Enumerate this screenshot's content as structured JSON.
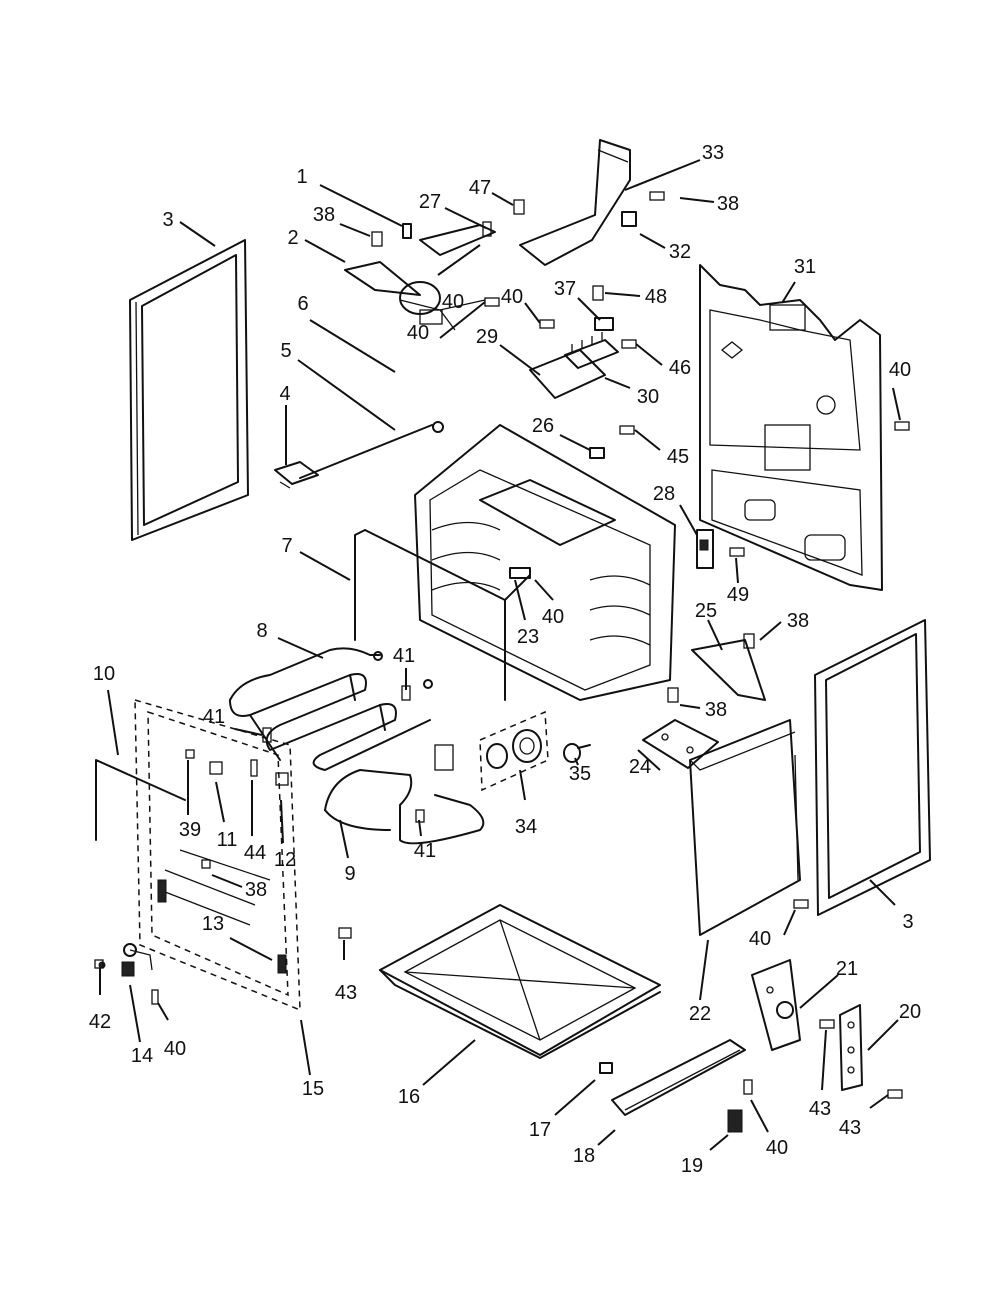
{
  "callouts": [
    {
      "id": "c1",
      "label": "1"
    },
    {
      "id": "c2",
      "label": "2"
    },
    {
      "id": "c3a",
      "label": "3"
    },
    {
      "id": "c3b",
      "label": "3"
    },
    {
      "id": "c4",
      "label": "4"
    },
    {
      "id": "c5",
      "label": "5"
    },
    {
      "id": "c6",
      "label": "6"
    },
    {
      "id": "c7",
      "label": "7"
    },
    {
      "id": "c8",
      "label": "8"
    },
    {
      "id": "c9",
      "label": "9"
    },
    {
      "id": "c10",
      "label": "10"
    },
    {
      "id": "c11",
      "label": "11"
    },
    {
      "id": "c12",
      "label": "12"
    },
    {
      "id": "c13",
      "label": "13"
    },
    {
      "id": "c14",
      "label": "14"
    },
    {
      "id": "c15",
      "label": "15"
    },
    {
      "id": "c16",
      "label": "16"
    },
    {
      "id": "c17",
      "label": "17"
    },
    {
      "id": "c18",
      "label": "18"
    },
    {
      "id": "c19",
      "label": "19"
    },
    {
      "id": "c20",
      "label": "20"
    },
    {
      "id": "c21",
      "label": "21"
    },
    {
      "id": "c22",
      "label": "22"
    },
    {
      "id": "c23",
      "label": "23"
    },
    {
      "id": "c24",
      "label": "24"
    },
    {
      "id": "c25",
      "label": "25"
    },
    {
      "id": "c26",
      "label": "26"
    },
    {
      "id": "c27",
      "label": "27"
    },
    {
      "id": "c28",
      "label": "28"
    },
    {
      "id": "c29",
      "label": "29"
    },
    {
      "id": "c30",
      "label": "30"
    },
    {
      "id": "c31",
      "label": "31"
    },
    {
      "id": "c32",
      "label": "32"
    },
    {
      "id": "c33",
      "label": "33"
    },
    {
      "id": "c34",
      "label": "34"
    },
    {
      "id": "c35",
      "label": "35"
    },
    {
      "id": "c37",
      "label": "37"
    },
    {
      "id": "c38a",
      "label": "38"
    },
    {
      "id": "c38b",
      "label": "38"
    },
    {
      "id": "c38c",
      "label": "38"
    },
    {
      "id": "c38d",
      "label": "38"
    },
    {
      "id": "c38e",
      "label": "38"
    },
    {
      "id": "c39",
      "label": "39"
    },
    {
      "id": "c40a",
      "label": "40"
    },
    {
      "id": "c40b",
      "label": "40"
    },
    {
      "id": "c40c",
      "label": "40"
    },
    {
      "id": "c40d",
      "label": "40"
    },
    {
      "id": "c40e",
      "label": "40"
    },
    {
      "id": "c40f",
      "label": "40"
    },
    {
      "id": "c40g",
      "label": "40"
    },
    {
      "id": "c40h",
      "label": "40"
    },
    {
      "id": "c41a",
      "label": "41"
    },
    {
      "id": "c41b",
      "label": "41"
    },
    {
      "id": "c41c",
      "label": "41"
    },
    {
      "id": "c42",
      "label": "42"
    },
    {
      "id": "c43a",
      "label": "43"
    },
    {
      "id": "c43b",
      "label": "43"
    },
    {
      "id": "c43c",
      "label": "43"
    },
    {
      "id": "c44",
      "label": "44"
    },
    {
      "id": "c45",
      "label": "45"
    },
    {
      "id": "c46",
      "label": "46"
    },
    {
      "id": "c47",
      "label": "47"
    },
    {
      "id": "c48",
      "label": "48"
    },
    {
      "id": "c49",
      "label": "49"
    }
  ]
}
